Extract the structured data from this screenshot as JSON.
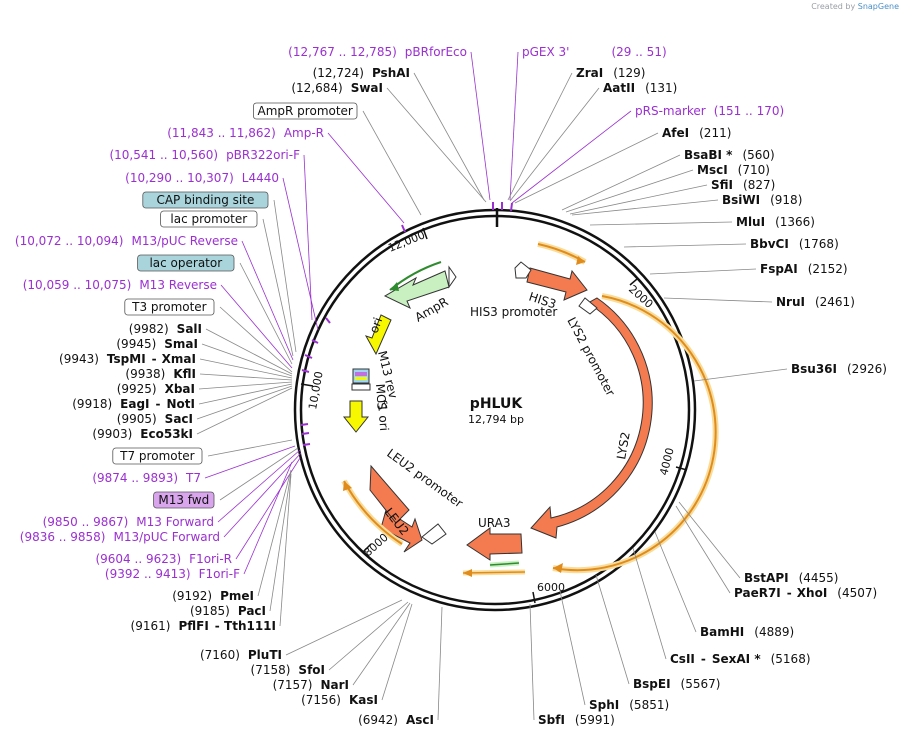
{
  "credit": {
    "created_by": "Created by",
    "brand": "SnapGene"
  },
  "plasmid": {
    "name": "pHLUK",
    "size_label": "12,794 bp"
  },
  "ticks": [
    "2000",
    "4000",
    "6000",
    "8000",
    "10,000",
    "12,000"
  ],
  "right_labels": [
    {
      "kind": "primer",
      "pos": "(29 .. 51)",
      "name": "pGEX 3'",
      "order": "name-first"
    },
    {
      "kind": "enzyme",
      "name": "ZraI",
      "pos": "(129)"
    },
    {
      "kind": "enzyme",
      "name": "AatII",
      "pos": "(131)"
    },
    {
      "kind": "primer",
      "name": "pRS-marker",
      "pos": "(151 .. 170)"
    },
    {
      "kind": "enzyme",
      "name": "AfeI",
      "pos": "(211)"
    },
    {
      "kind": "enzyme",
      "name": "BsaBI *",
      "pos": "(560)"
    },
    {
      "kind": "enzyme",
      "name": "MscI",
      "pos": "(710)"
    },
    {
      "kind": "enzyme",
      "name": "SfiI",
      "pos": "(827)"
    },
    {
      "kind": "enzyme",
      "name": "BsiWI",
      "pos": "(918)"
    },
    {
      "kind": "enzyme",
      "name": "MluI",
      "pos": "(1366)"
    },
    {
      "kind": "enzyme",
      "name": "BbvCI",
      "pos": "(1768)"
    },
    {
      "kind": "enzyme",
      "name": "FspAI",
      "pos": "(2152)"
    },
    {
      "kind": "enzyme",
      "name": "NruI",
      "pos": "(2461)"
    },
    {
      "kind": "enzyme",
      "name": "Bsu36I",
      "pos": "(2926)"
    },
    {
      "kind": "enzyme",
      "name": "BstAPI",
      "pos": "(4455)"
    },
    {
      "kind": "enzyme",
      "name": "PaeR7I",
      "sep": "-",
      "name2": "XhoI",
      "pos": "(4507)"
    },
    {
      "kind": "enzyme",
      "name": "BamHI",
      "pos": "(4889)"
    },
    {
      "kind": "enzyme",
      "name": "CsII",
      "sep": "-",
      "name2": "SexAI *",
      "pos": "(5168)"
    },
    {
      "kind": "enzyme",
      "name": "BspEI",
      "pos": "(5567)"
    },
    {
      "kind": "enzyme",
      "name": "SphI",
      "pos": "(5851)"
    },
    {
      "kind": "enzyme",
      "name": "SbfI",
      "pos": "(5991)"
    }
  ],
  "left_labels": [
    {
      "kind": "primer",
      "pos": "(12,767 .. 12,785)",
      "name": "pBRforEco"
    },
    {
      "kind": "enzyme",
      "pos": "(12,724)",
      "name": "PshAI"
    },
    {
      "kind": "enzyme",
      "pos": "(12,684)",
      "name": "SwaI"
    },
    {
      "kind": "box",
      "name": "AmpR promoter",
      "fill": "#ffffff"
    },
    {
      "kind": "primer",
      "pos": "(11,843 .. 11,862)",
      "name": "Amp-R"
    },
    {
      "kind": "primer",
      "pos": "(10,541 .. 10,560)",
      "name": "pBR322ori-F"
    },
    {
      "kind": "primer",
      "pos": "(10,290 .. 10,307)",
      "name": "L4440"
    },
    {
      "kind": "box",
      "name": "CAP binding site",
      "fill": "#a9d4dc"
    },
    {
      "kind": "box",
      "name": "lac promoter",
      "fill": "#ffffff"
    },
    {
      "kind": "primer",
      "pos": "(10,072 .. 10,094)",
      "name": "M13/pUC Reverse"
    },
    {
      "kind": "box",
      "name": "lac operator",
      "fill": "#a9d4dc"
    },
    {
      "kind": "primer",
      "pos": "(10,059 .. 10,075)",
      "name": "M13 Reverse"
    },
    {
      "kind": "box",
      "name": "T3 promoter",
      "fill": "#ffffff"
    },
    {
      "kind": "enzyme",
      "pos": "(9982)",
      "name": "SalI"
    },
    {
      "kind": "enzyme",
      "pos": "(9945)",
      "name": "SmaI"
    },
    {
      "kind": "enzyme",
      "pos": "(9943)",
      "name": "TspMI",
      "sep": "-",
      "name2": "XmaI"
    },
    {
      "kind": "enzyme",
      "pos": "(9938)",
      "name": "KflI"
    },
    {
      "kind": "enzyme",
      "pos": "(9925)",
      "name": "XbaI"
    },
    {
      "kind": "enzyme",
      "pos": "(9918)",
      "name": "EagI",
      "sep": "-",
      "name2": "NotI"
    },
    {
      "kind": "enzyme",
      "pos": "(9905)",
      "name": "SacI"
    },
    {
      "kind": "enzyme",
      "pos": "(9903)",
      "name": "Eco53kI"
    },
    {
      "kind": "box",
      "name": "T7 promoter",
      "fill": "#ffffff"
    },
    {
      "kind": "primer",
      "pos": "(9874 .. 9893)",
      "name": "T7"
    },
    {
      "kind": "box",
      "name": "M13 fwd",
      "fill": "#d9a6ee"
    },
    {
      "kind": "primer",
      "pos": "(9850 .. 9867)",
      "name": "M13 Forward"
    },
    {
      "kind": "primer",
      "pos": "(9836 .. 9858)",
      "name": "M13/pUC Forward"
    },
    {
      "kind": "primer",
      "pos": "(9604 .. 9623)",
      "name": "F1ori-R"
    },
    {
      "kind": "primer",
      "pos": "(9392 .. 9413)",
      "name": "F1ori-F"
    },
    {
      "kind": "enzyme",
      "pos": "(9192)",
      "name": "PmeI"
    },
    {
      "kind": "enzyme",
      "pos": "(9185)",
      "name": "PacI"
    },
    {
      "kind": "enzyme",
      "pos": "(9161)",
      "name": "PflFI",
      "sep": "-",
      "name2": "Tth111I"
    },
    {
      "kind": "enzyme",
      "pos": "(7160)",
      "name": "PluTI"
    },
    {
      "kind": "enzyme",
      "pos": "(7158)",
      "name": "SfoI"
    },
    {
      "kind": "enzyme",
      "pos": "(7157)",
      "name": "NarI"
    },
    {
      "kind": "enzyme",
      "pos": "(7156)",
      "name": "KasI"
    },
    {
      "kind": "enzyme",
      "pos": "(6942)",
      "name": "AscI"
    }
  ],
  "features": {
    "HIS3": "HIS3",
    "HIS3_promoter": "HIS3 promoter",
    "LYS2_promoter": "LYS2 promoter",
    "LYS2": "LYS2",
    "URA3": "URA3",
    "LEU2": "LEU2",
    "LEU2_promoter": "LEU2 promoter",
    "AmpR": "AmpR",
    "ori": "ori",
    "M13_rev": "M13 rev",
    "MCS": "MCS",
    "f1_ori": "f1 ori"
  },
  "colors": {
    "cds": "#f47b50",
    "amp": "#c8f0c0",
    "ori": "#f7f700",
    "primer": "#9b30d0",
    "orange_line": "#e08c1c",
    "orange_glow": "#f9dc9a"
  }
}
